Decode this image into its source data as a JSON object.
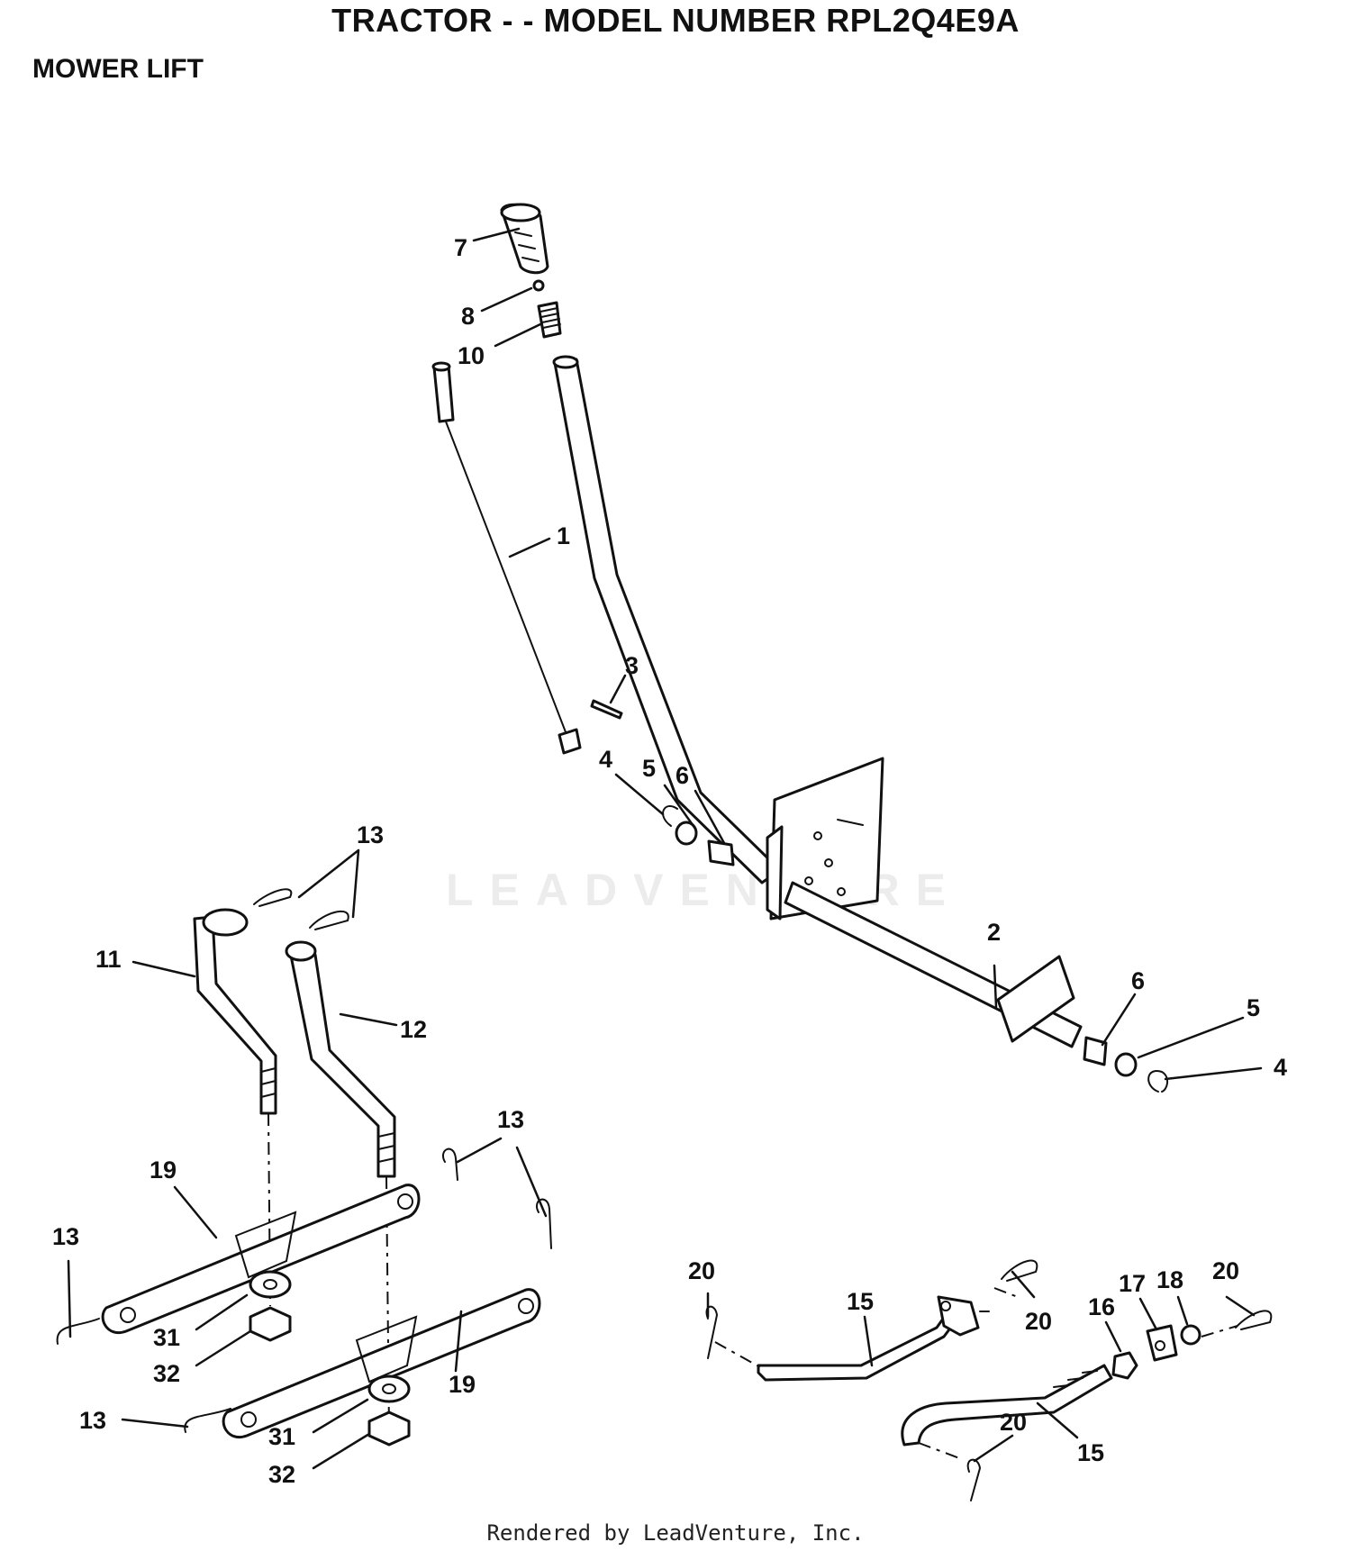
{
  "header": {
    "title": "TRACTOR - - MODEL NUMBER RPL2Q4E9A",
    "section": "MOWER LIFT"
  },
  "watermark": "LEADVENTURE",
  "footer": "Rendered by LeadVenture, Inc.",
  "callouts": [
    "1",
    "2",
    "3",
    "4",
    "5",
    "6",
    "4",
    "5",
    "6",
    "7",
    "8",
    "10",
    "11",
    "12",
    "13",
    "13",
    "13",
    "13",
    "15",
    "15",
    "16",
    "17",
    "18",
    "19",
    "19",
    "20",
    "20",
    "20",
    "20",
    "31",
    "31",
    "32",
    "32"
  ]
}
